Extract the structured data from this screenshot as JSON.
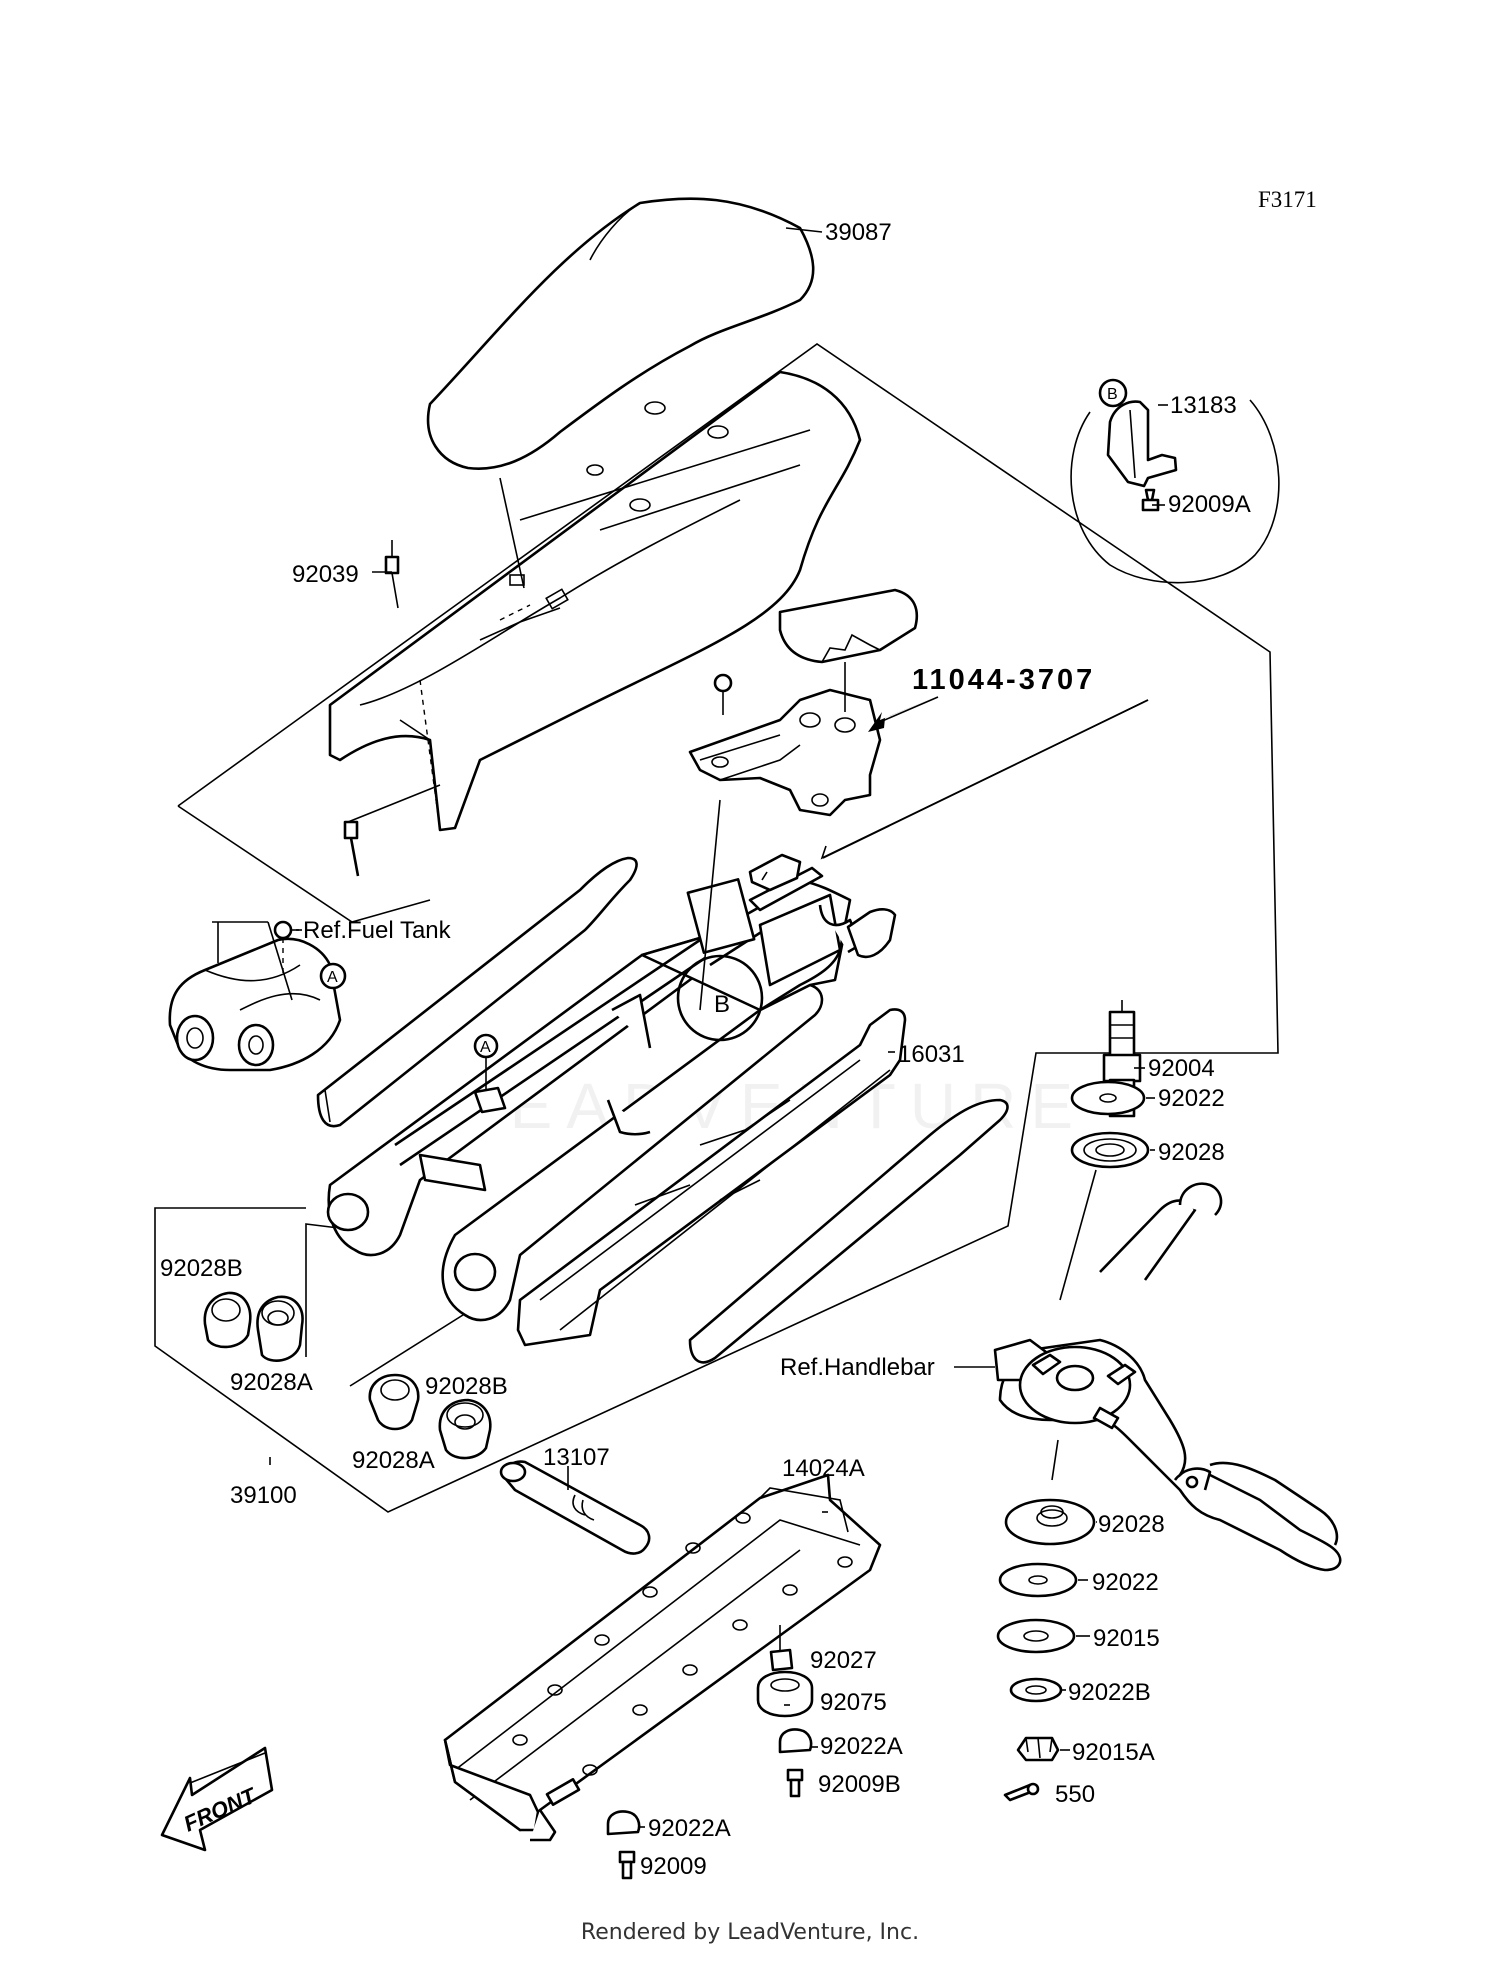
{
  "diagram_code": "F3171",
  "callouts": {
    "seat_cover": "39087",
    "rivet": "92039",
    "fuel_tank_ref": "Ref.Fuel Tank",
    "point_a": "A",
    "point_b": "B",
    "bracket": "13183",
    "bracket_screw": "92009A",
    "assembly": "11044-3707",
    "stud": "92004",
    "side_pad": "16031",
    "washer_top": "92022",
    "spring_top": "92028",
    "bushing_b_left": "92028B",
    "bushing_a_left": "92028A",
    "bushing_b_right": "92028B",
    "bushing_a_right": "92028A",
    "handlebar_ref": "Ref.Handlebar",
    "frame": "39100",
    "pin": "13107",
    "bottom_plate": "14024A",
    "spring_bottom": "92028",
    "washer_bottom": "92022",
    "washer_flat": "92015",
    "washer_b": "92022B",
    "nut_a": "92015A",
    "cotter_pin": "550",
    "nut": "92027",
    "spacer": "92075",
    "washer_a_1": "92022A",
    "screw_b": "92009B",
    "washer_a_2": "92022A",
    "screw": "92009"
  },
  "front_label": "FRONT",
  "watermark": "LEADVENTURE",
  "footer": "Rendered by LeadVenture, Inc."
}
